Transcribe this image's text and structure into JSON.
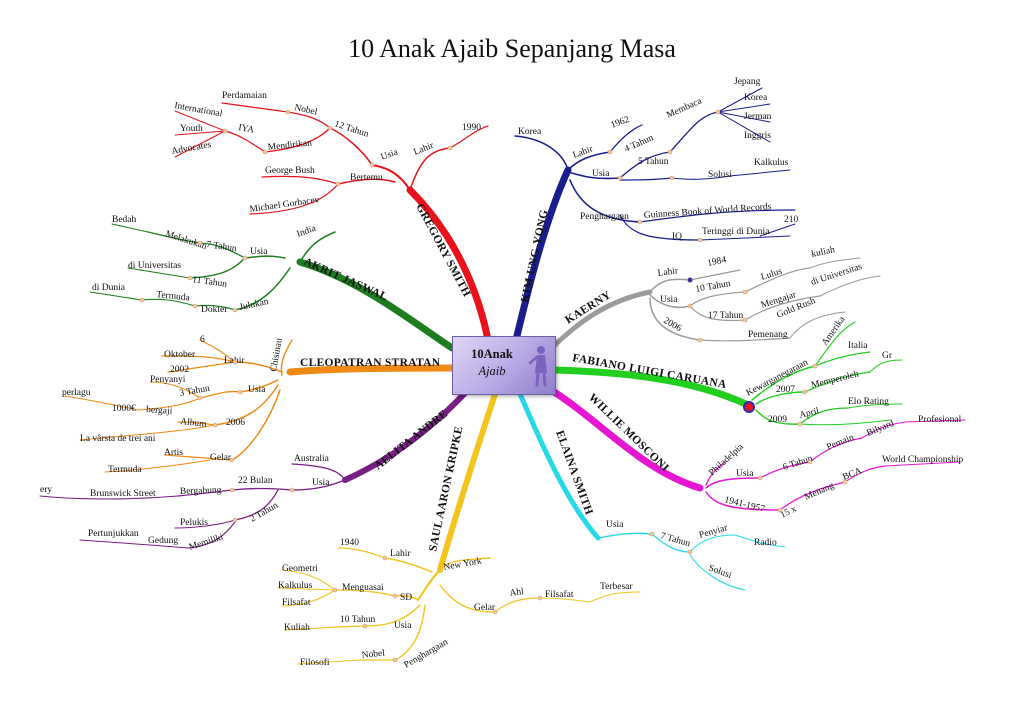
{
  "title": "10 Anak Ajaib Sepanjang Masa",
  "center": {
    "line1": "10Anak",
    "line2": "Ajaib"
  },
  "colors": {
    "gregory": "#e8121c",
    "kim": "#1a1e8c",
    "akrit": "#1b7d1e",
    "kaerny": "#9b9b9b",
    "cleopatra": "#ef8a16",
    "fabiano": "#22cf1f",
    "aelita": "#7a1d86",
    "willie": "#e617d3",
    "saul": "#f2c41d",
    "elaina": "#27d9e6",
    "node": "#f2c9a0"
  },
  "branches": {
    "gregory": {
      "name": "GREGORY SMITH",
      "nodes": [
        "Usia",
        "12 Tahun",
        "Nobel",
        "Perdamaian",
        "Mendirikan",
        "IYA",
        "International",
        "Youth",
        "Advocates",
        "Lahir",
        "1990",
        "Bertemu",
        "George Bush",
        "Michael Gorbacev"
      ]
    },
    "kim": {
      "name": "KIM UNG-YONG",
      "nodes": [
        "Korea",
        "Lahir",
        "1962",
        "Usia",
        "4 Tahun",
        "Membaca",
        "Jepang",
        "Korea",
        "Jerman",
        "Inggris",
        "5 Tahun",
        "Solusi",
        "Kalkulus",
        "Penghargaan",
        "Guinness Book of World Records",
        "IQ",
        "Teringgi di Dunia",
        "210"
      ]
    },
    "akrit": {
      "name": "AKRIT JASWAL",
      "nodes": [
        "India",
        "Usia",
        "7 Tahun",
        "Melakukan",
        "Bedah",
        "11 Tahun",
        "di Universitas",
        "Julukan",
        "Dokter",
        "Termuda",
        "di Dunia"
      ]
    },
    "kaerny": {
      "name": "KAERNY",
      "nodes": [
        "Lahir",
        "1984",
        "Usia",
        "10 Tahun",
        "Lulus",
        "kuliah",
        "17 Tahun",
        "Mengajar",
        "di Universitas",
        "2006",
        "Pemenang",
        "Gold Rush"
      ]
    },
    "cleopatra": {
      "name": "CLEOPATRAN STRATAN",
      "nodes": [
        "Chisinau",
        "Lahir",
        "6",
        "Oktober",
        "2002",
        "Usia",
        "3 Tahun",
        "Penyanyi",
        "bergaji",
        "1000€",
        "perlagu",
        "Album",
        "2006",
        "La vârsta de trei ani",
        "Gelar",
        "Artis",
        "Termuda"
      ]
    },
    "fabiano": {
      "name": "FABIANO LUIGI CARUANA",
      "nodes": [
        "Kewarganegaraan",
        "Amerika",
        "Italia",
        "2007",
        "Memperoleh",
        "Gr",
        "2009",
        "April",
        "Elo Rating"
      ]
    },
    "aelita": {
      "name": "AELITA ANDRE",
      "nodes": [
        "Australia",
        "Usia",
        "22 Bulan",
        "Bergabung",
        "Brunswick Street",
        "ery",
        "2 Tahun",
        "Pelukis",
        "Memiliki",
        "Gedung",
        "Pertunjukkan"
      ]
    },
    "willie": {
      "name": "WILLIE MOSCONI",
      "nodes": [
        "Philadelpia",
        "Usia",
        "6 Tahun",
        "Pemain",
        "Bilyard",
        "Profesional",
        "1941-1957",
        "15 x",
        "Menang",
        "BCA",
        "World Championship"
      ]
    },
    "saul": {
      "name": "SAUL AARON KRIPKE",
      "nodes": [
        "New York",
        "Lahir",
        "1940",
        "SD",
        "Menguasai",
        "Geometri",
        "Kalkulus",
        "Filsafat",
        "Usia",
        "10 Tahun",
        "Kuliah",
        "Penghargaan",
        "Nobel",
        "Filosofi",
        "Gelar",
        "Ahl",
        "Filsafat",
        "Terbesar"
      ]
    },
    "elaina": {
      "name": "ELAINA SMITH",
      "nodes": [
        "Usia",
        "7 Tahun",
        "Penyiar",
        "Radio",
        "Solusi"
      ]
    }
  }
}
